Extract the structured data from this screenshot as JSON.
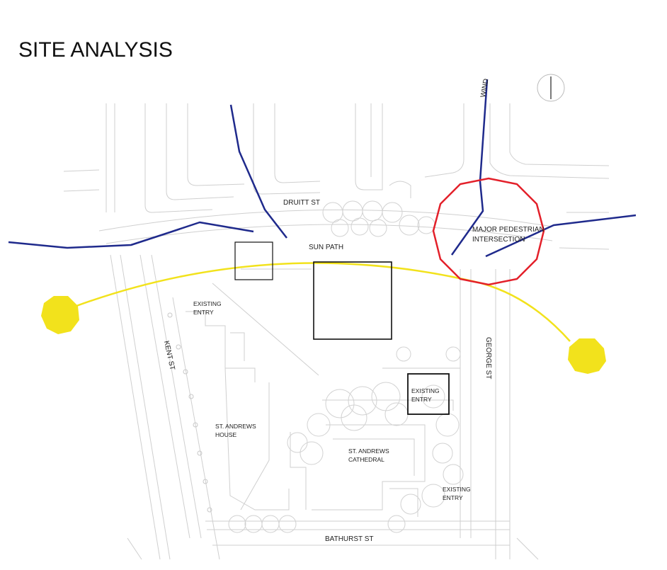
{
  "title": "SITE ANALYSIS",
  "streets": {
    "druitt": "DRUITT ST",
    "kent": "KENT ST",
    "george": "GEORGE ST",
    "bathurst": "BATHURST ST"
  },
  "annotations": {
    "sun_path": "SUN PATH",
    "wind": "WIND",
    "intersection_line1": "MAJOR PEDESTRIAN",
    "intersection_line2": "INTERSECTION"
  },
  "buildings": {
    "st_andrews_house_line1": "ST. ANDREWS",
    "st_andrews_house_line2": "HOUSE",
    "cathedral_line1": "ST. ANDREWS",
    "cathedral_line2": "CATHEDRAL"
  },
  "entries": {
    "west_line1": "EXISTING",
    "west_line2": "ENTRY",
    "east_line1": "EXISTING",
    "east_line2": "ENTRY",
    "south_line1": "EXISTING",
    "south_line2": "ENTRY"
  },
  "colors": {
    "sun": "#f2e21c",
    "wind": "#1f2a8c",
    "intersection": "#e3202a",
    "map_lines": "#cfcfcf",
    "frames": "#111111"
  },
  "icons": {
    "north": "north-arrow-icon",
    "sun": "sun-icon"
  }
}
